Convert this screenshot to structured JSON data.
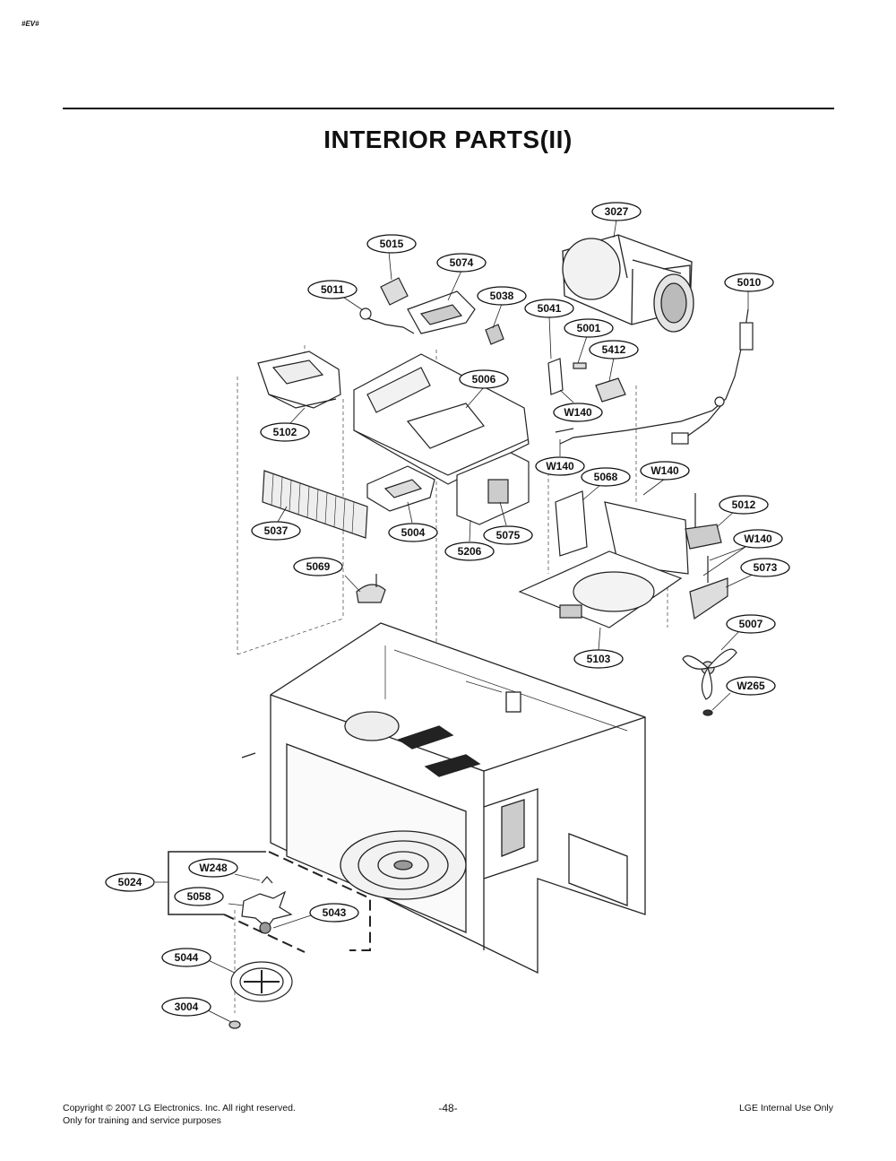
{
  "header": {
    "corner_mark": "#EV#",
    "title": "INTERIOR PARTS(II)"
  },
  "callouts": [
    {
      "id": "c3027",
      "text": "3027"
    },
    {
      "id": "c5015",
      "text": "5015"
    },
    {
      "id": "c5074",
      "text": "5074"
    },
    {
      "id": "c5011",
      "text": "5011"
    },
    {
      "id": "c5038",
      "text": "5038"
    },
    {
      "id": "c5041",
      "text": "5041"
    },
    {
      "id": "c5001",
      "text": "5001"
    },
    {
      "id": "c5010",
      "text": "5010"
    },
    {
      "id": "c5412",
      "text": "5412"
    },
    {
      "id": "c5006",
      "text": "5006"
    },
    {
      "id": "cW140a",
      "text": "W140"
    },
    {
      "id": "c5102",
      "text": "5102"
    },
    {
      "id": "cW140b",
      "text": "W140"
    },
    {
      "id": "c5068",
      "text": "5068"
    },
    {
      "id": "cW140c",
      "text": "W140"
    },
    {
      "id": "c5012",
      "text": "5012"
    },
    {
      "id": "c5037",
      "text": "5037"
    },
    {
      "id": "c5004",
      "text": "5004"
    },
    {
      "id": "c5075",
      "text": "5075"
    },
    {
      "id": "c5206",
      "text": "5206"
    },
    {
      "id": "cW140d",
      "text": "W140"
    },
    {
      "id": "c5073",
      "text": "5073"
    },
    {
      "id": "c5069",
      "text": "5069"
    },
    {
      "id": "c5007",
      "text": "5007"
    },
    {
      "id": "c5103",
      "text": "5103"
    },
    {
      "id": "cW265",
      "text": "W265"
    },
    {
      "id": "c5024",
      "text": "5024"
    },
    {
      "id": "cW248",
      "text": "W248"
    },
    {
      "id": "c5058",
      "text": "5058"
    },
    {
      "id": "c5043",
      "text": "5043"
    },
    {
      "id": "c5044",
      "text": "5044"
    },
    {
      "id": "c3004",
      "text": "3004"
    }
  ],
  "footer": {
    "copyright": "Copyright © 2007 LG Electronics. Inc. All right reserved.",
    "training": "Only for training and service purposes",
    "page": "-48-",
    "internal": "LGE Internal Use Only"
  }
}
